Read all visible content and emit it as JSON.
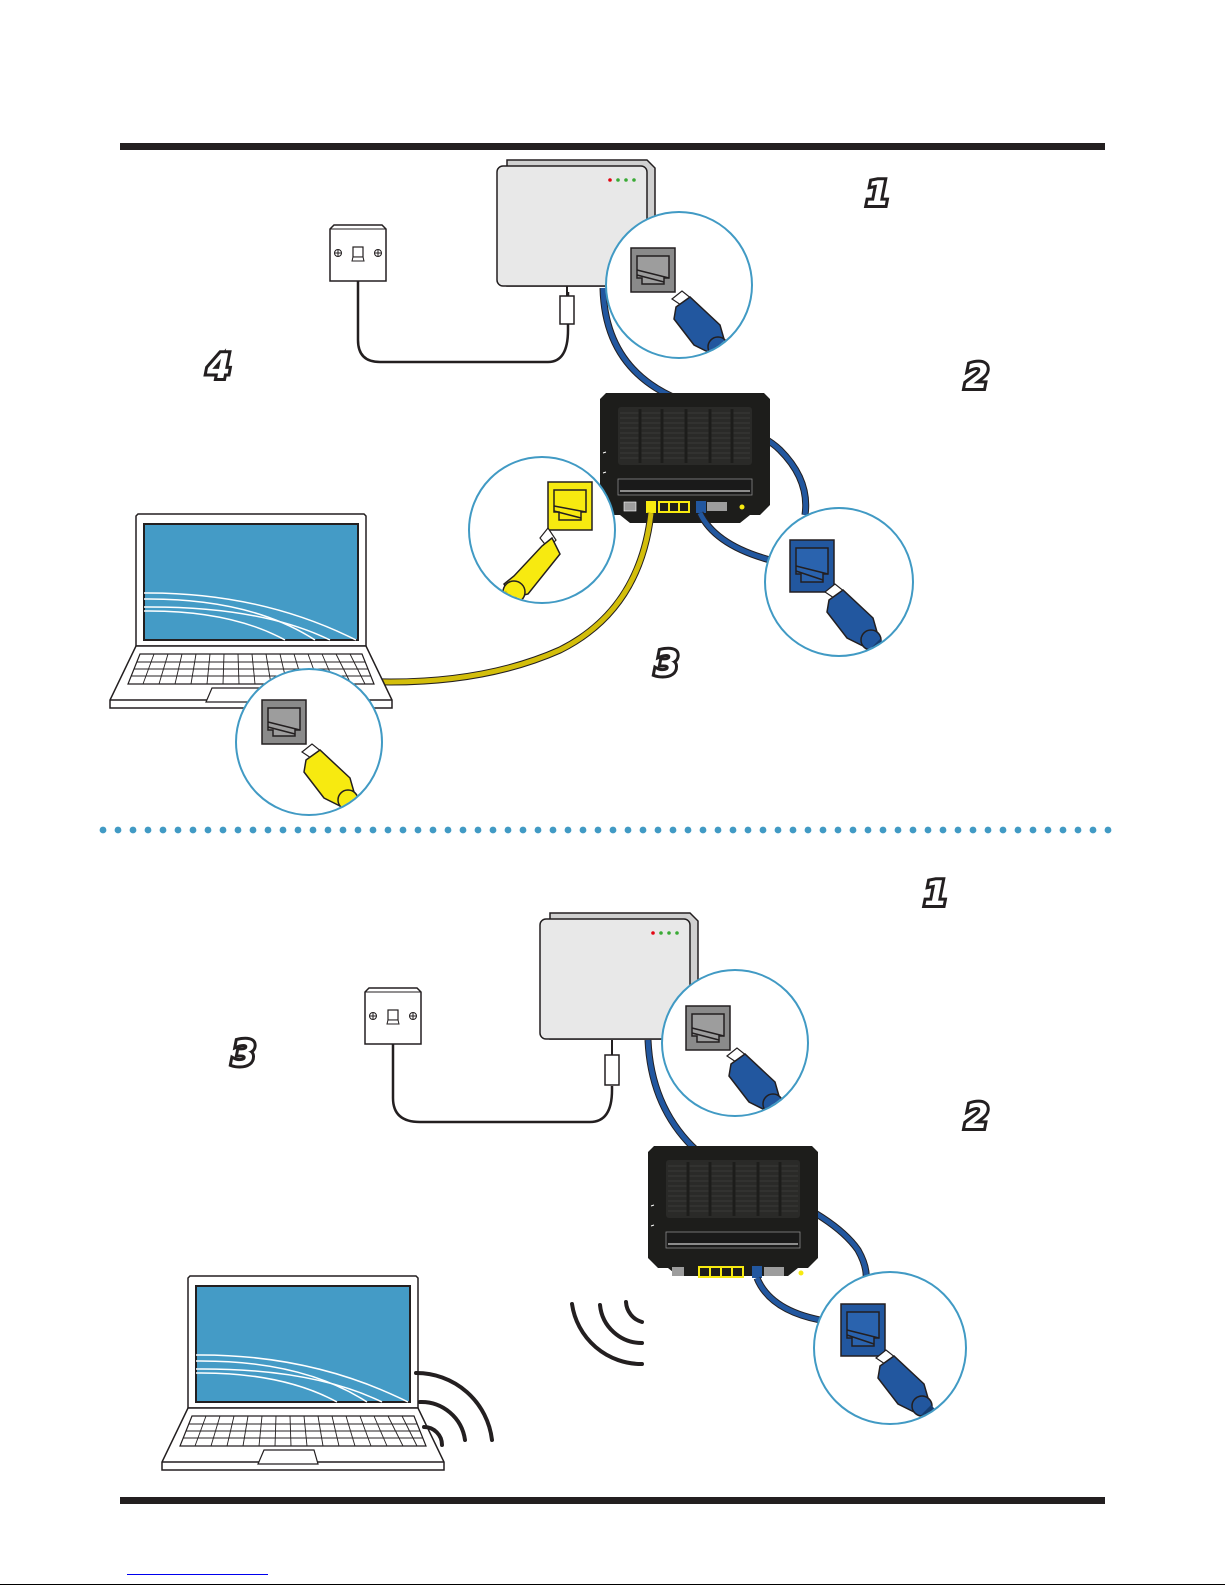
{
  "colors": {
    "rule": "#231f20",
    "accent_blue": "#419ac4",
    "cable_blue": "#22579f",
    "cable_yellow": "#f7ea10",
    "cable_yellow_dark": "#d3be0b",
    "router_body": "#1d1d1b",
    "modem_body": "#e8e8e8",
    "screen": "#449bc6",
    "led_red": "#e30613",
    "led_green": "#3aaa35",
    "port_grey": "#8a8a8a",
    "link": "#0000ee"
  },
  "sections": [
    {
      "name": "wired-setup",
      "connection": "ethernet",
      "steps": [
        {
          "number": "1",
          "label": "Connect modem to router (blue cable)"
        },
        {
          "number": "2",
          "label": "Blue cable into router WAN port"
        },
        {
          "number": "3",
          "label": "Yellow cable from router LAN port to laptop"
        },
        {
          "number": "4",
          "label": "Phone line from wall socket to modem"
        }
      ]
    },
    {
      "name": "wireless-setup",
      "connection": "wifi",
      "steps": [
        {
          "number": "1",
          "label": "Connect modem to router (blue cable)"
        },
        {
          "number": "2",
          "label": "Blue cable into router WAN port"
        },
        {
          "number": "3",
          "label": "Phone line from wall socket to modem"
        }
      ]
    }
  ],
  "icons": {
    "wall_socket": "phone-wall-socket-icon",
    "modem": "modem-icon",
    "router": "router-icon",
    "laptop": "laptop-icon",
    "wifi": "wifi-waves-icon",
    "rj45_plug": "ethernet-plug-icon"
  },
  "modem_leds": [
    "red",
    "green",
    "green",
    "green"
  ]
}
